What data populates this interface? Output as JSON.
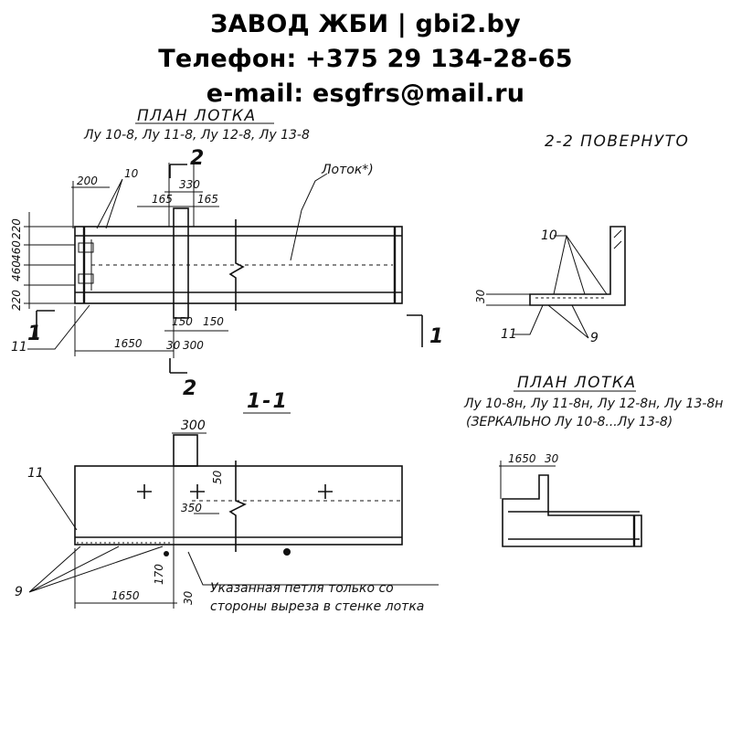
{
  "header": {
    "line1": "ЗАВОД ЖБИ | gbi2.by",
    "line2": "Телефон: +375 29 134-28-65",
    "line3": "e-mail: esgfrs@mail.ru"
  },
  "plan_top": {
    "title": "ПЛАН ЛОТКА",
    "subtitle": "Лу 10-8, Лу 11-8, Лу 12-8, Лу 13-8",
    "label_tray": "Лоток*)",
    "dims": {
      "d200": "200",
      "d10": "10",
      "d330": "330",
      "d165a": "165",
      "d165b": "165",
      "d220a": "220",
      "d460a": "460",
      "d460b": "460",
      "d220b": "220",
      "d1650": "1650",
      "d150a": "150",
      "d150b": "150",
      "d30": "30",
      "d300": "300",
      "cut2_top": "2",
      "cut2_bottom": "2",
      "cut1_left": "1",
      "cut1_right": "1",
      "d11": "11"
    }
  },
  "section_22": {
    "title": "2-2 ПОВЕРНУТО",
    "d10": "10",
    "d30": "30",
    "d11": "11",
    "d9": "9"
  },
  "section_11": {
    "title": "1-1",
    "d300": "300",
    "d50": "50",
    "d350": "350",
    "d11": "11",
    "d9": "9",
    "d1650": "1650",
    "d170": "170",
    "d30": "30",
    "note_line1": "Указанная петля только со",
    "note_line2": "стороны выреза в стенке лотка"
  },
  "plan_mirror": {
    "title": "ПЛАН ЛОТКА",
    "line1": "Лу 10-8н, Лу 11-8н, Лу 12-8н, Лу 13-8н",
    "line2": "(ЗЕРКАЛЬНО Лу 10-8...Лу 13-8)",
    "d1650": "1650",
    "d30": "30"
  }
}
